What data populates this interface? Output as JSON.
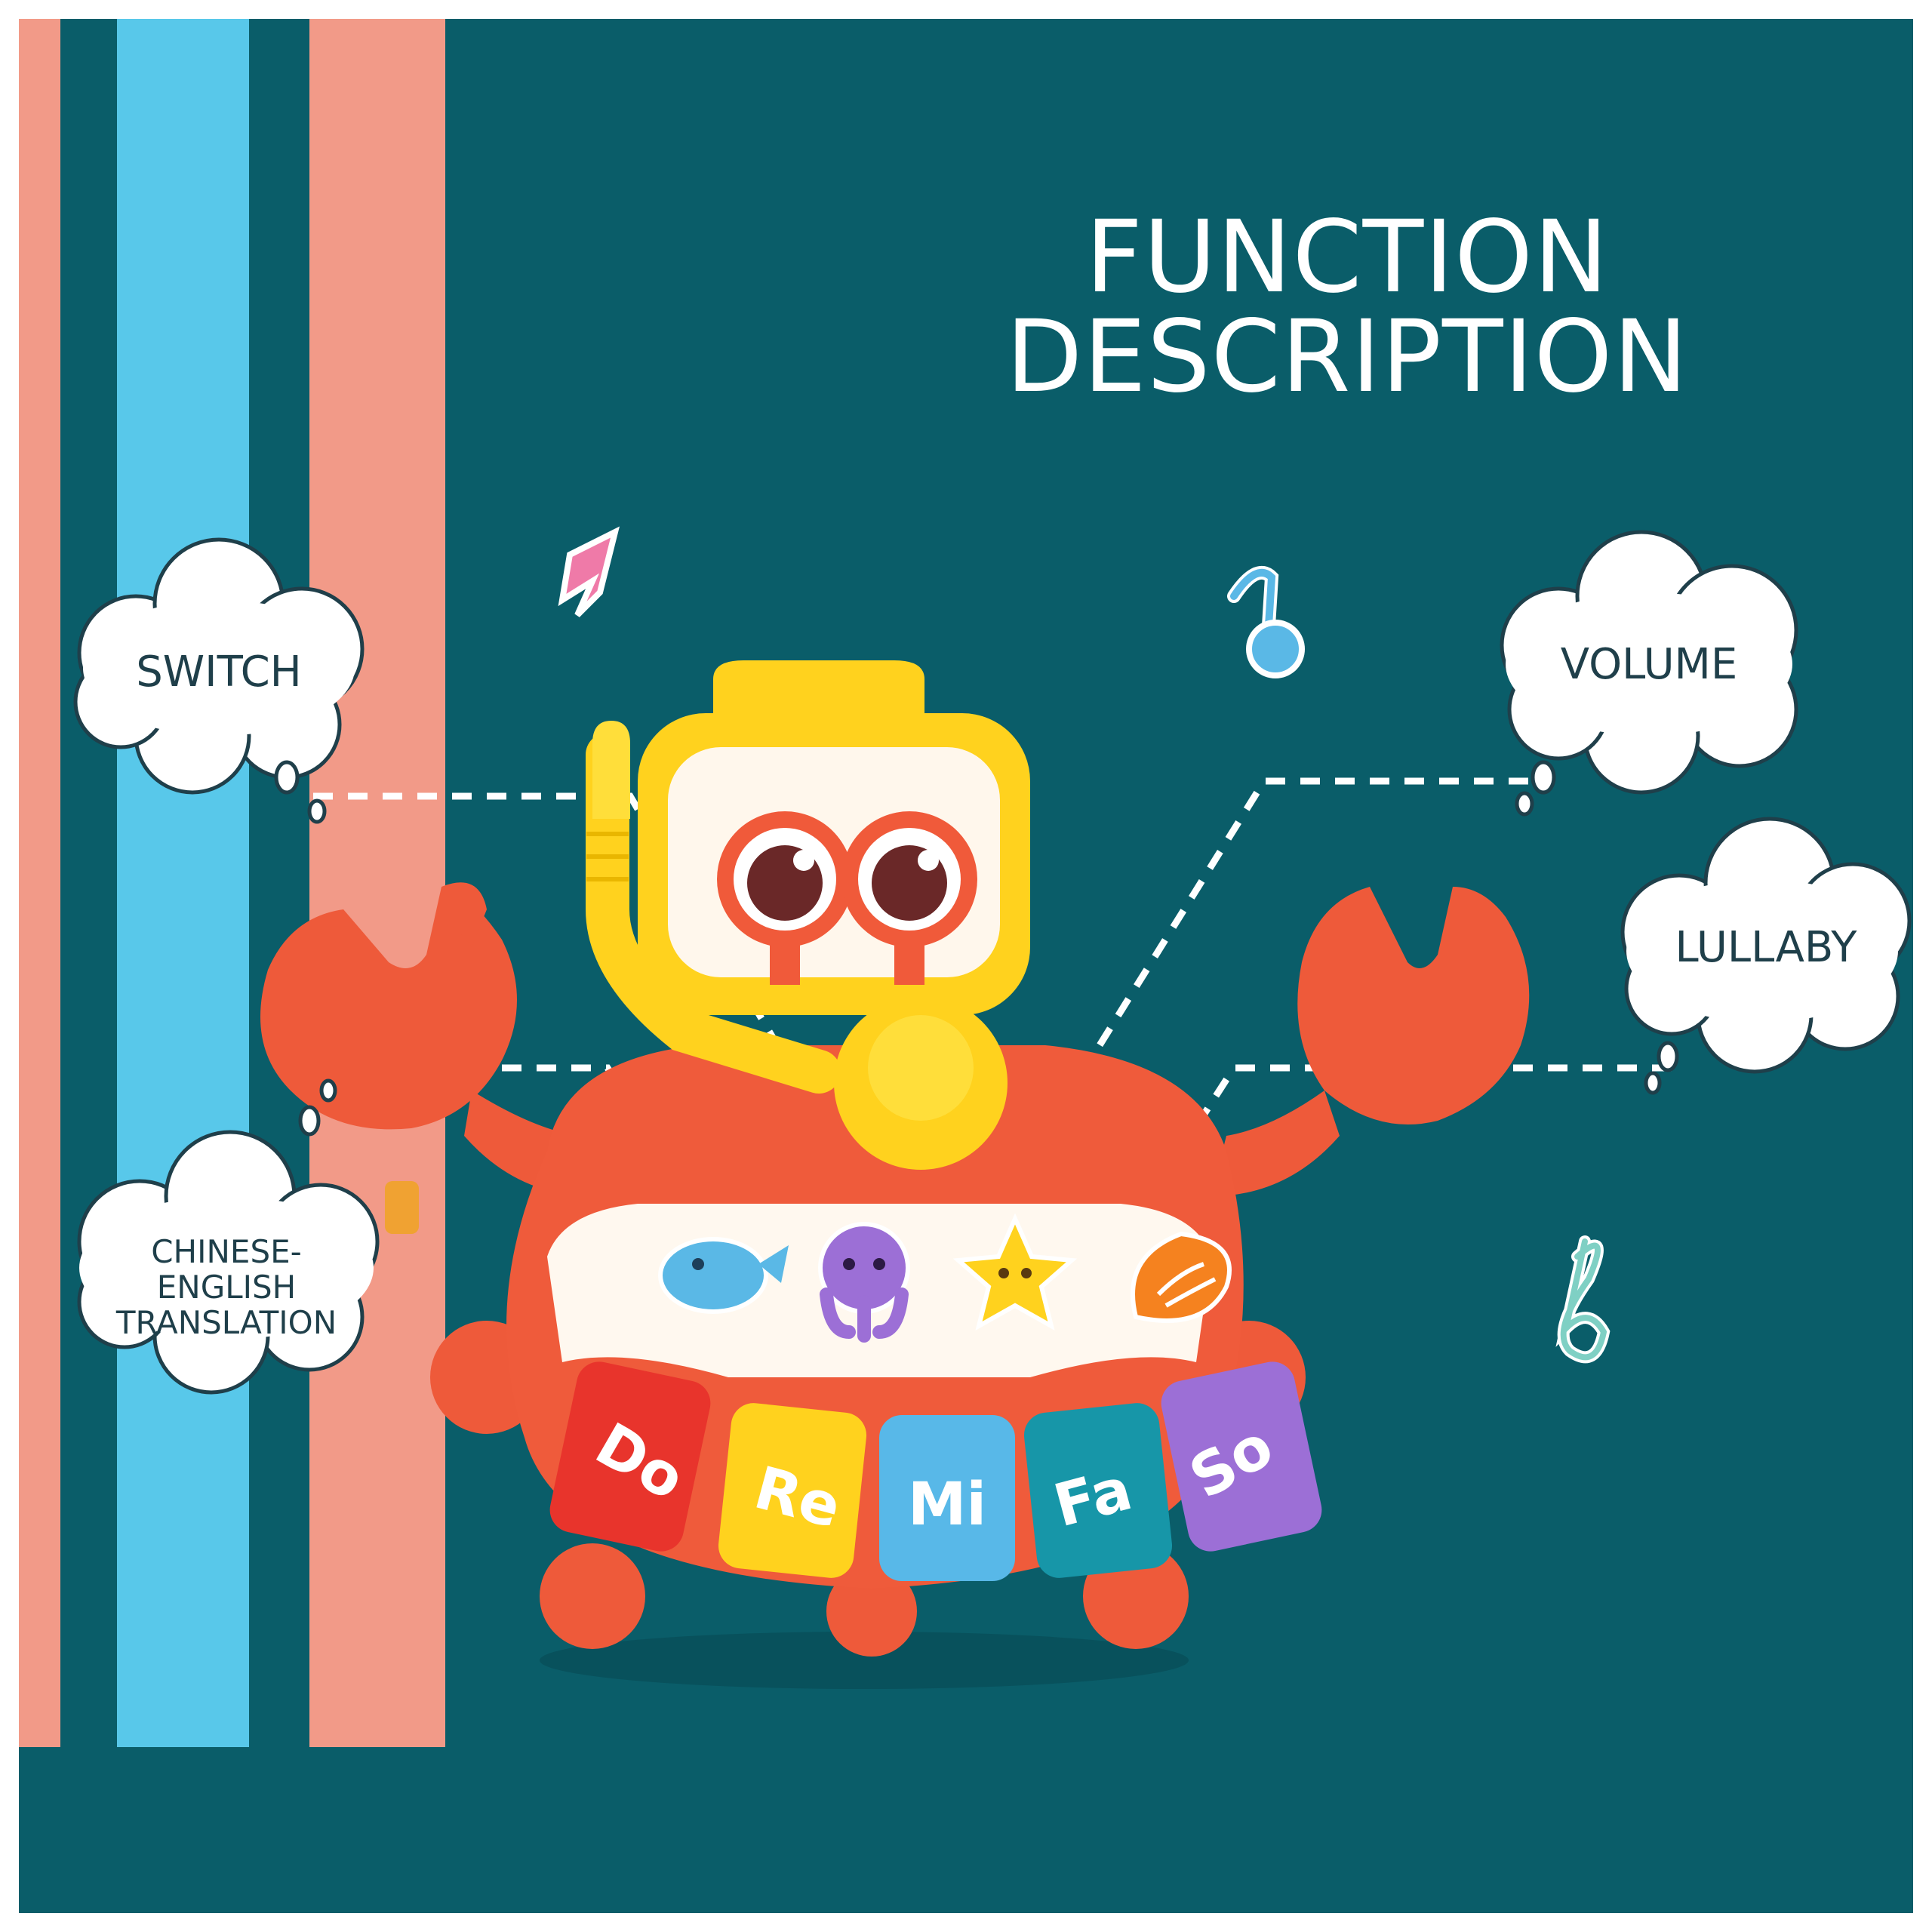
{
  "title": "FUNCTION DESCRIPTION",
  "labels": {
    "switch": "SWITCH",
    "volume": "VOLUME",
    "lullaby": "LULLABY",
    "translation_line1": "CHINESE-ENGLISH",
    "translation_line2": "TRANSLATION"
  },
  "keys": [
    "Do",
    "Re",
    "Mi",
    "Fa",
    "So"
  ],
  "colors": {
    "background": "#0a5d69",
    "stripe_pink": "#f29a88",
    "stripe_blue": "#58c8ea",
    "crab_body": "#f05a3a",
    "mask": "#ffd21e",
    "key_do": "#e8342c",
    "key_re": "#ffd21e",
    "key_mi": "#58b8e8",
    "key_fa": "#1796a8",
    "key_so": "#9c6fd6"
  },
  "icons": [
    "whale-icon",
    "octopus-icon",
    "starfish-icon",
    "shell-icon",
    "music-note-icon",
    "treble-clef-icon"
  ]
}
